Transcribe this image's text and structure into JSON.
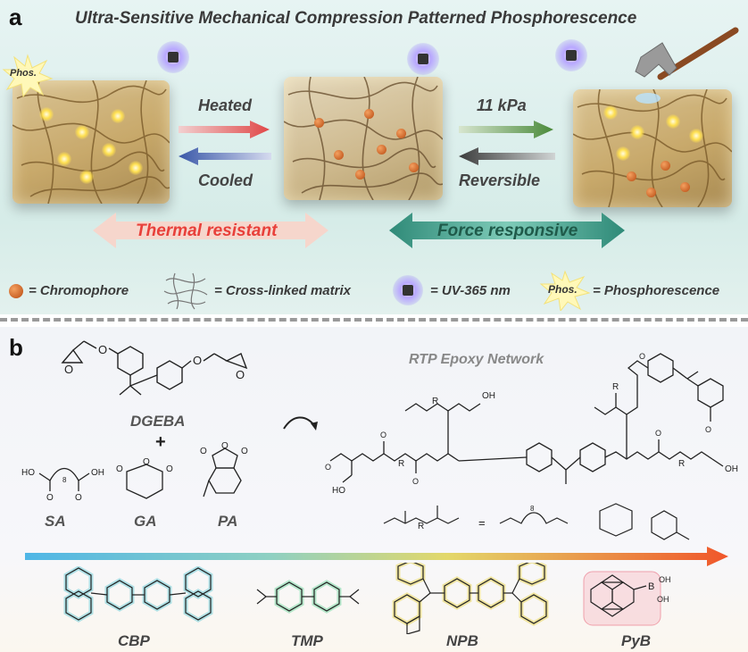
{
  "panel_a": {
    "label": "a",
    "title": "Ultra-Sensitive Mechanical Compression Patterned Phosphorescence",
    "phos_badge": "Phos.",
    "heated": "Heated",
    "cooled": "Cooled",
    "pressure": "11 kPa",
    "reversible": "Reversible",
    "thermal": "Thermal resistant",
    "force": "Force responsive",
    "legend": {
      "chromophore": "= Chromophore",
      "matrix": "= Cross-linked matrix",
      "uv": "= UV-365 nm",
      "phos_badge": "Phos.",
      "phos": "= Phosphorescence"
    },
    "colors": {
      "thermal": "#e8403a",
      "force": "#1f6f5c",
      "heated_arrow": "#e05050",
      "cooled_arrow": "#3a5aa8",
      "press_arrow": "#4a8a3a",
      "rev_arrow": "#444444"
    }
  },
  "panel_b": {
    "label": "b",
    "network_title": "RTP  Epoxy Network",
    "dgeba": "DGEBA",
    "plus": "+",
    "sa": "SA",
    "ga": "GA",
    "pa": "PA",
    "ho_left": "HO",
    "oh_right": "OH",
    "sa_sub": "8",
    "atom_o": "O",
    "atom_r": "R",
    "atom_oh": "OH",
    "atom_ho": "HO",
    "atom_b": "B",
    "equals": "=",
    "chromophores": [
      "CBP",
      "TMP",
      "NPB",
      "PyB"
    ],
    "colors": {
      "cbp": "#29b8c8",
      "tmp": "#35c97a",
      "npb": "#e2c820",
      "pyb": "#e85a70"
    }
  }
}
